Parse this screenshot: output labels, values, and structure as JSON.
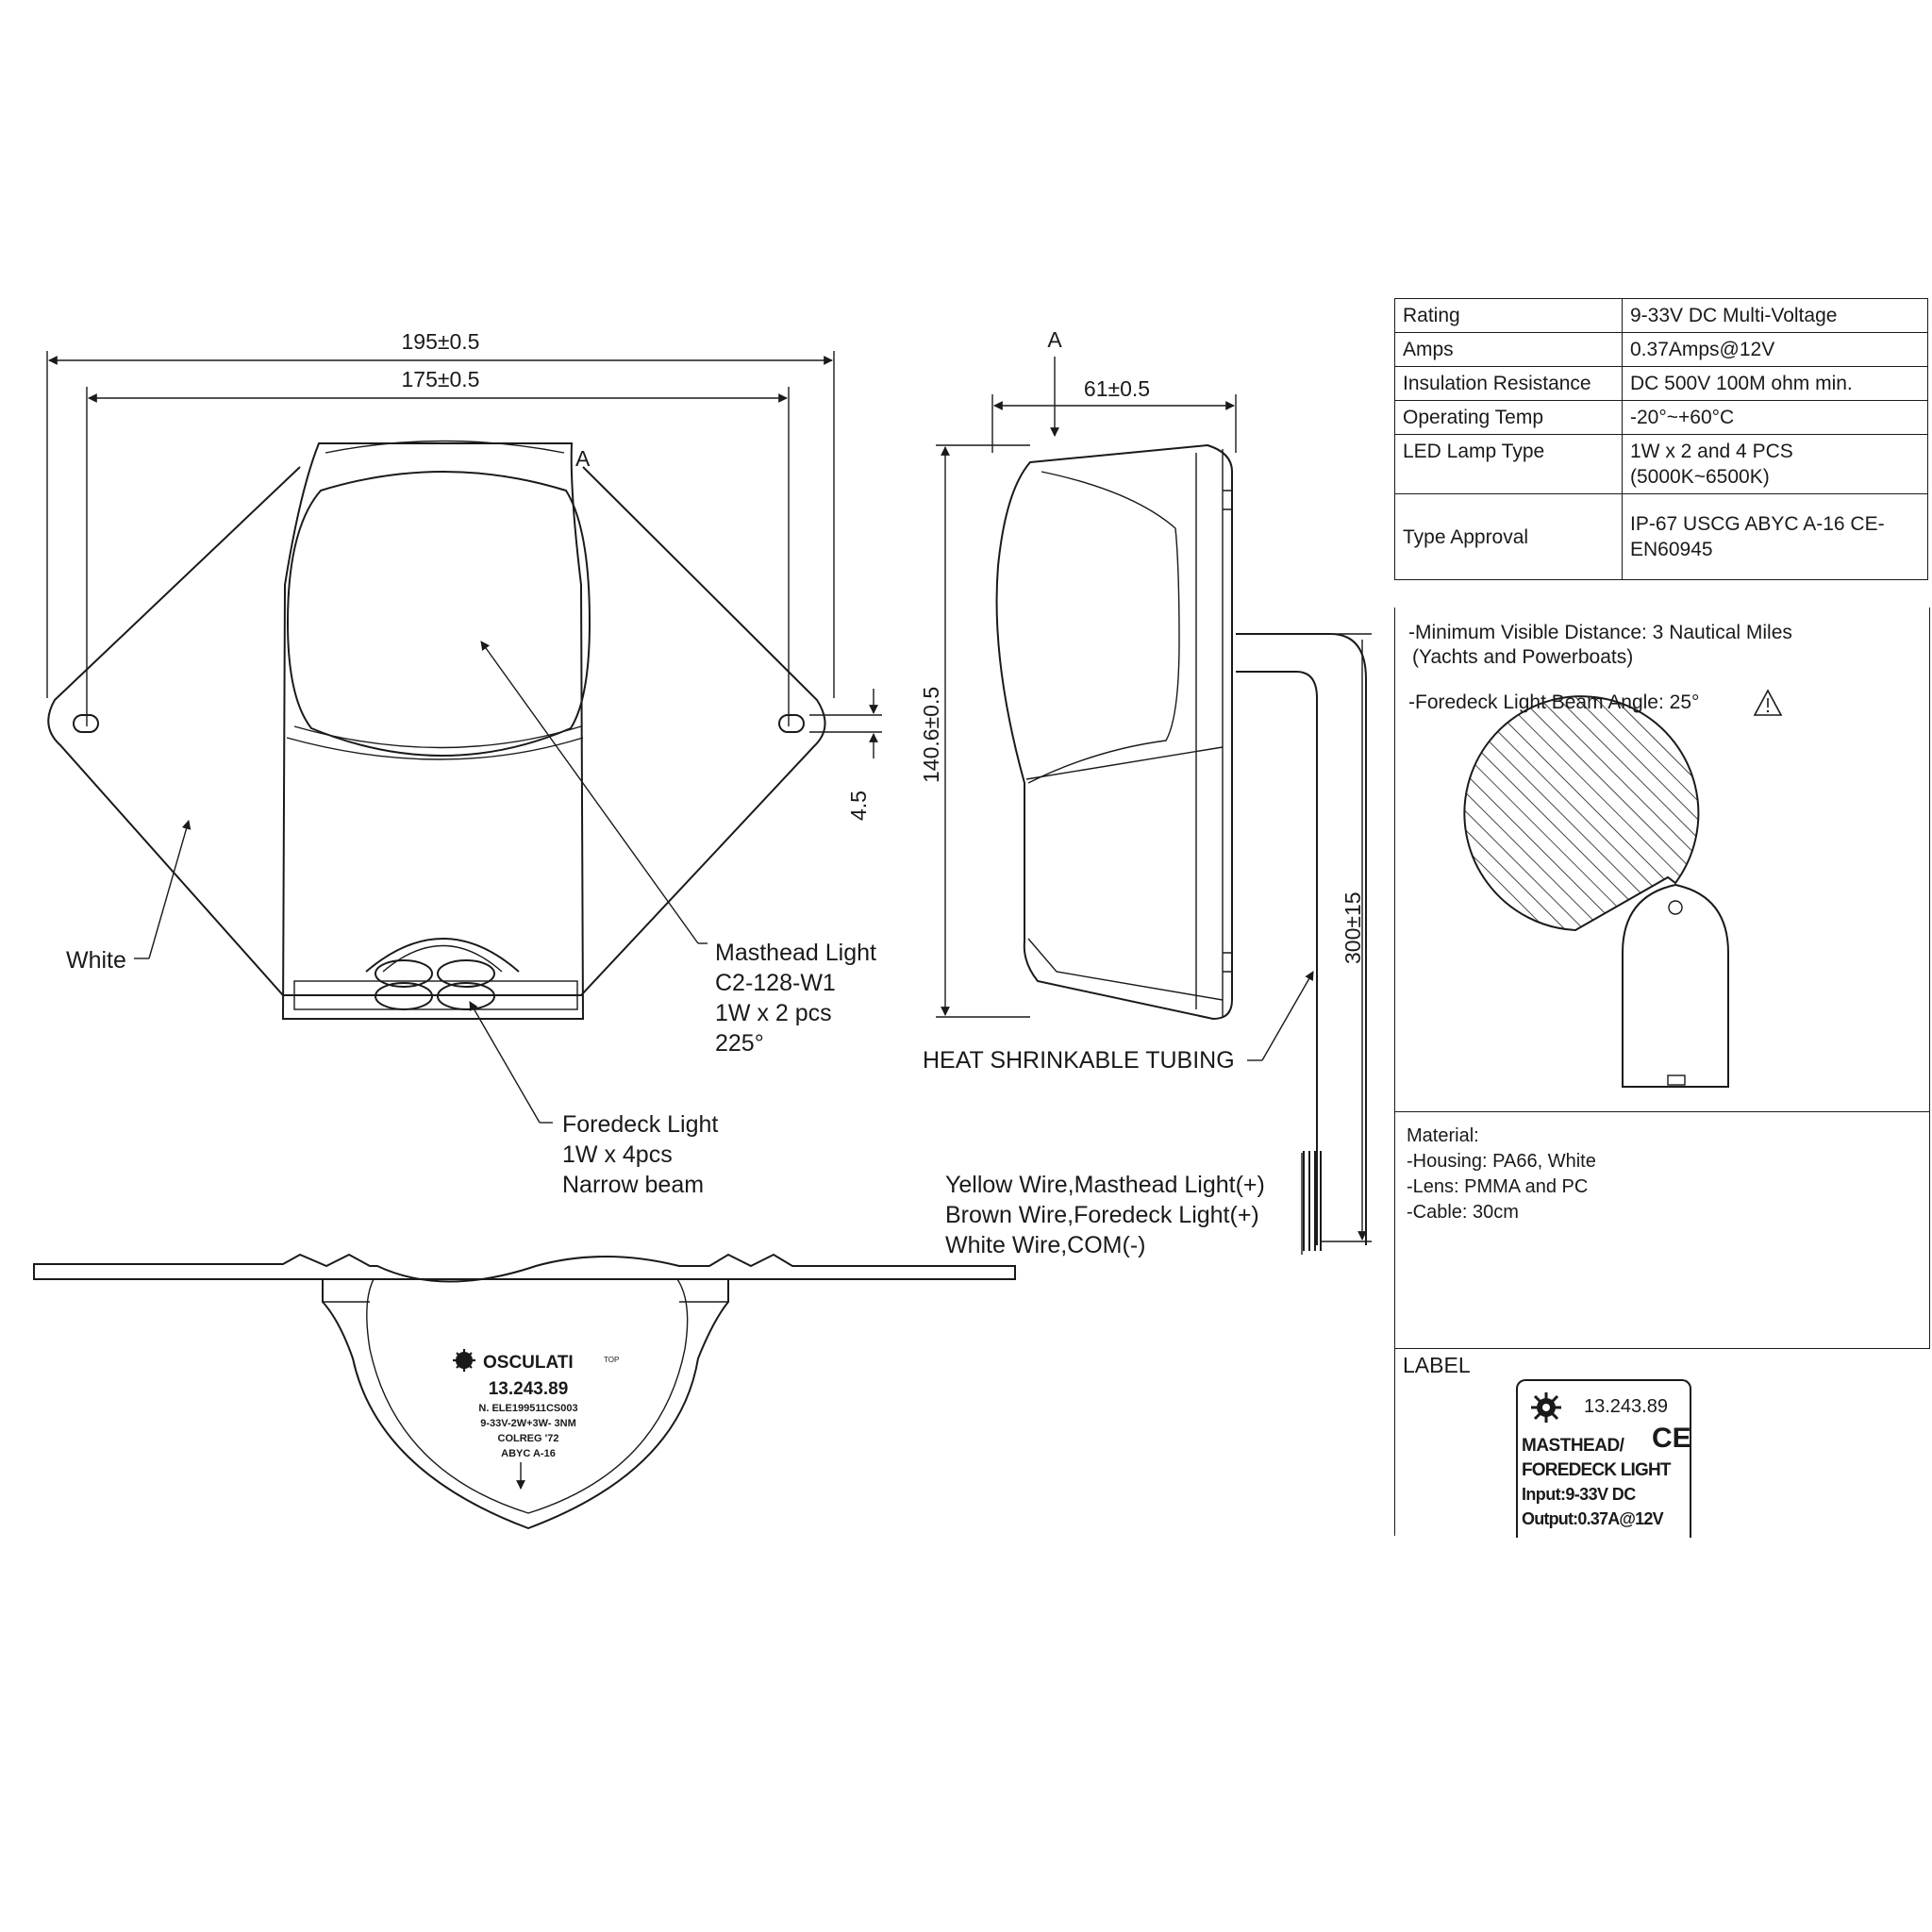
{
  "front_view": {
    "dim_width_overall": "195±0.5",
    "dim_hole_spacing": "175±0.5",
    "dim_hole": "4.5",
    "section_mark": "A",
    "label_white": "White",
    "masthead": [
      "Masthead Light",
      "C2-128-W1",
      "1W x 2 pcs",
      "225°"
    ],
    "foredeck": [
      "Foredeck Light",
      "1W x 4pcs",
      "Narrow beam"
    ]
  },
  "side_view": {
    "section_mark": "A",
    "dim_depth": "61±0.5",
    "dim_height": "140.6±0.5",
    "dim_cable": "300±15",
    "tubing_label": "HEAT SHRINKABLE TUBING",
    "wires": [
      "Yellow Wire,Masthead Light(+)",
      "Brown Wire,Foredeck Light(+)",
      "White Wire,COM(-)"
    ]
  },
  "top_view": {
    "brand": "OSCULATI",
    "top_mark": "TOP",
    "code": "13.243.89",
    "lines": [
      "N. ELE199511CS003",
      "9-33V-2W+3W- 3NM",
      "COLREG '72",
      "ABYC A-16"
    ]
  },
  "specs": {
    "rows": [
      {
        "key": "Rating",
        "value": "9-33V DC Multi-Voltage"
      },
      {
        "key": "Amps",
        "value": "0.37Amps@12V"
      },
      {
        "key": "Insulation Resistance",
        "value": "DC 500V 100M ohm min."
      },
      {
        "key": "Operating Temp",
        "value": "-20°~+60°C"
      },
      {
        "key": "LED Lamp Type",
        "value": "1W x 2 and 4 PCS (5000K~6500K)"
      },
      {
        "key": "Type Approval",
        "value": "IP-67 USCG ABYC A-16 CE-EN60945"
      }
    ],
    "visible_distance_line1": "-Minimum Visible Distance: 3  Nautical Miles",
    "visible_distance_line2": "(Yachts and Powerboats)",
    "beam_angle": "-Foredeck Light Beam Angle: 25°",
    "material_title": "Material:",
    "material_lines": [
      "-Housing: PA66, White",
      "-Lens: PMMA and PC",
      "-Cable: 30cm"
    ],
    "label_title": "LABEL"
  },
  "product_label": {
    "code": "13.243.89",
    "ce": "CE",
    "line1": "MASTHEAD/",
    "line2": "FOREDECK LIGHT",
    "input": "Input:9-33V DC",
    "output": "Output:0.37A@12V"
  }
}
